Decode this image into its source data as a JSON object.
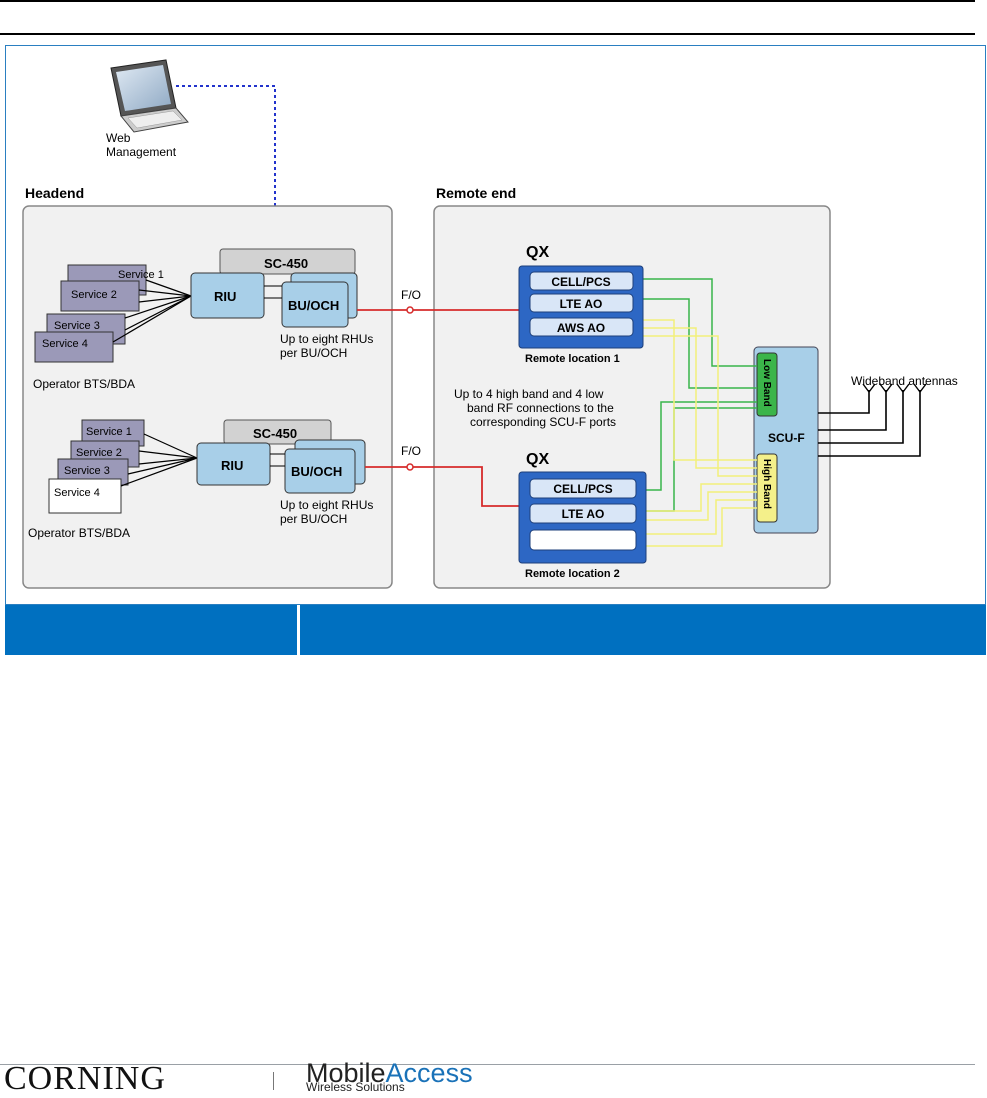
{
  "diagram": {
    "web_management": [
      "Web",
      "Management"
    ],
    "headend": {
      "title": "Headend",
      "group1": {
        "services": [
          "Service 1",
          "Service 2",
          "Service 3",
          "Service 4"
        ],
        "riu": "RIU",
        "sc450": "SC-450",
        "buoch": "BU/OCH",
        "note": [
          "Up to eight RHUs",
          "per BU/OCH"
        ],
        "operator": "Operator BTS/BDA"
      },
      "group2": {
        "services": [
          "Service 1",
          "Service 2",
          "Service 3",
          "Service 4"
        ],
        "riu": "RIU",
        "sc450": "SC-450",
        "buoch": "BU/OCH",
        "note": [
          "Up to eight RHUs",
          "per BU/OCH"
        ],
        "operator": "Operator  BTS/BDA"
      }
    },
    "fo_label": "F/O",
    "remote": {
      "title": "Remote end",
      "qx1": {
        "title": "QX",
        "slots": [
          "CELL/PCS",
          "LTE AO",
          "AWS AO"
        ],
        "location": "Remote location 1"
      },
      "qx2": {
        "title": "QX",
        "slots": [
          "CELL/PCS",
          "LTE AO",
          ""
        ],
        "location": "Remote location 2"
      },
      "rf_note": [
        "Up to 4 high band and 4 low",
        "band RF connections to the",
        "corresponding SCU-F ports"
      ],
      "scuf": {
        "label": "SCU-F",
        "low_band": "Low Band",
        "high_band": "High Band"
      },
      "antennas": "Wideband antennas"
    },
    "colors": {
      "fiber": "#d62b2b",
      "green_link": "#39b54a",
      "yellow_link": "#f2f07a",
      "mgmt_link": "#2233cc",
      "module_fill": "#a8cfe8",
      "qx_fill": "#2d67c4",
      "service_fill": "#9b99b8"
    }
  },
  "footer": {
    "brand": "CORNING",
    "product_a": "Mobile",
    "product_b": "Access",
    "tagline": "Wireless Solutions"
  }
}
